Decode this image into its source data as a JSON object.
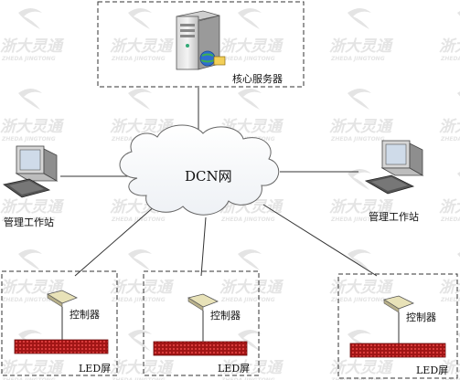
{
  "diagram": {
    "core_server_label": "核心服务器",
    "network_label": "DCN网",
    "workstation_left_label": "管理工作站",
    "workstation_right_label": "管理工作站",
    "controller_labels": [
      "控制器",
      "控制器",
      "控制器"
    ],
    "led_labels": [
      "LED屏",
      "LED屏",
      "LED屏"
    ],
    "watermark_text": "浙大灵通",
    "watermark_subtext": "ZHEDA JINGTONG"
  },
  "colors": {
    "led": "#b31b1b",
    "line": "#333333",
    "watermark": "#e4e4e4",
    "dashed_border": "#333333"
  },
  "icons": [
    "server-icon",
    "globe-icon",
    "cloud-icon",
    "computer-icon",
    "controller-icon",
    "led-screen-icon"
  ]
}
